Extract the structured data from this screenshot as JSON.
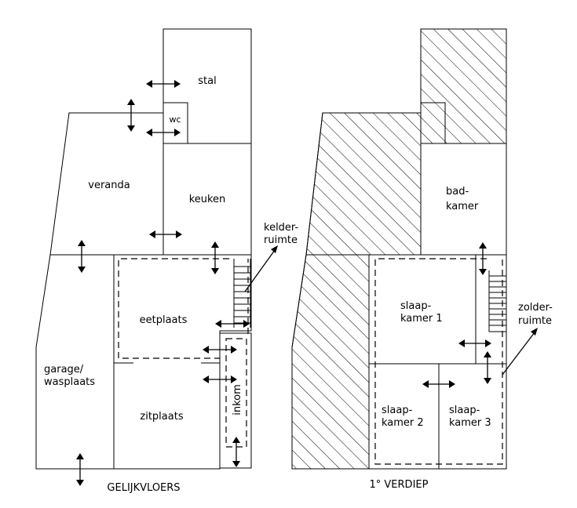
{
  "ground_floor": {
    "title": "GELIJKVLOERS",
    "rooms": {
      "stal": "stal",
      "wc": "wc",
      "veranda": "veranda",
      "keuken": "keuken",
      "eetplaats": "eetplaats",
      "garage_line1": "garage/",
      "garage_line2": "wasplaats",
      "zitplaats": "zitplaats",
      "inkom": "inkom"
    },
    "callout_line1": "kelder-",
    "callout_line2": "ruimte"
  },
  "first_floor": {
    "title": "1° VERDIEP",
    "rooms": {
      "badkamer_line1": "bad-",
      "badkamer_line2": "kamer",
      "slaapkamer1_line1": "slaap-",
      "slaapkamer1_line2": "kamer 1",
      "slaapkamer2_line1": "slaap-",
      "slaapkamer2_line2": "kamer 2",
      "slaapkamer3_line1": "slaap-",
      "slaapkamer3_line2": "kamer 3"
    },
    "callout_line1": "zolder-",
    "callout_line2": "ruimte"
  },
  "colors": {
    "line": "#000000",
    "background": "#ffffff"
  }
}
